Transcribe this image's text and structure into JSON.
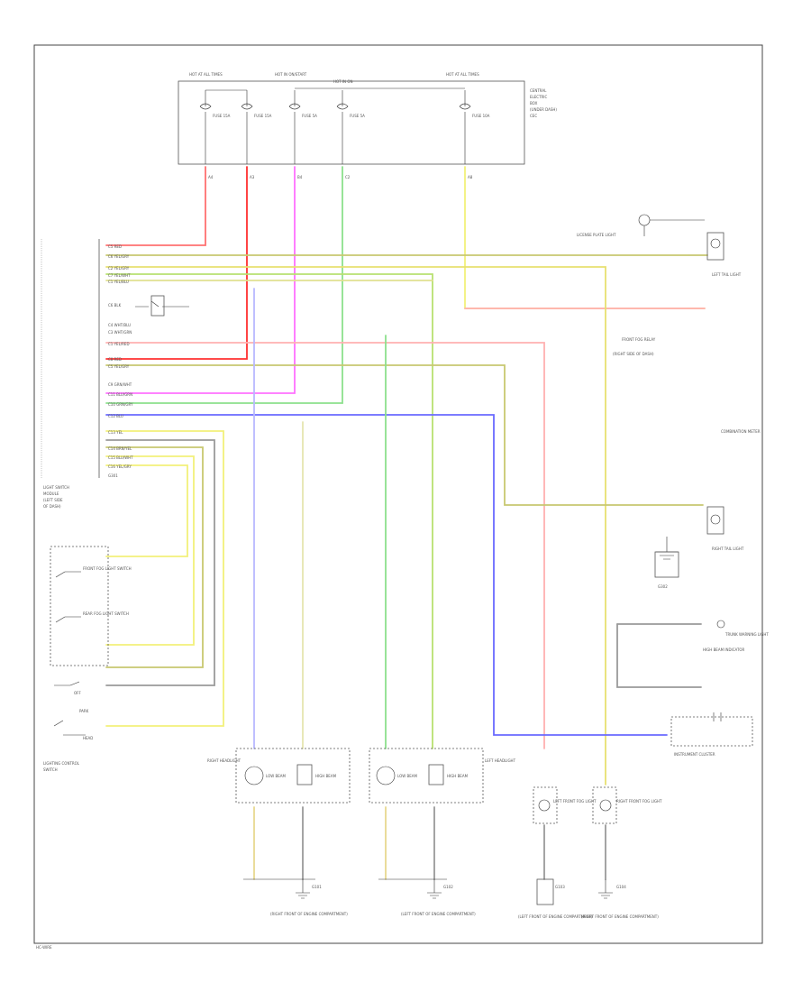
{
  "diagram": {
    "page_label": "HC-WIRE",
    "fuse_box": {
      "title_lines": [
        "CENTRAL",
        "ELECTRIC",
        "BOX",
        "(UNDER DASH)",
        "CEC"
      ],
      "header_1": "HOT AT ALL TIMES",
      "header_2": "HOT IN ON/START",
      "header_3": "HOT IN ON",
      "header_4": "HOT AT ALL TIMES",
      "fuses": [
        "FUSE 15A",
        "FUSE 15A",
        "FUSE 5A",
        "FUSE 5A",
        "FUSE 10A"
      ],
      "pins": [
        "A4",
        "A3",
        "B4",
        "C2",
        "A8"
      ]
    },
    "light_switch": {
      "label_lines": [
        "LIGHT SWITCH",
        "MODULE",
        "(LEFT SIDE",
        "OF DASH)"
      ],
      "pin_rows": [
        "C5 RED",
        "C6 YEL/GRY",
        "C2 YEL/GRY",
        "C7 YEL/WHT",
        "C1 YEL/BLU",
        "C6 BLK",
        "C4 WHT/BLU",
        "C3 WHT/GRN",
        "C1 YEL/RED",
        "C8 RED",
        "C5 YEL/GRY",
        "C9 GRN/WHT",
        "C11 BLU/GRN",
        "C10 GRN/GRY",
        "C12 BLU",
        "C13 YEL",
        "C14 BRN/YEL",
        "C15 BLU/WHT",
        "C16 YEL/GRY"
      ],
      "ground_text": "G301"
    },
    "control_switch": {
      "label_lines": [
        "LIGHTING CONTROL",
        "SWITCH"
      ],
      "items": [
        "FRONT FOG LIGHT SWITCH",
        "REAR FOG LIGHT SWITCH",
        "OFF",
        "PARK",
        "HEAD"
      ]
    },
    "right_components": {
      "license_lamp": "LICENSE PLATE LIGHT",
      "left_tail": "LEFT TAIL LIGHT",
      "right_tail": "RIGHT TAIL LIGHT",
      "fog_relay": "FRONT FOG RELAY",
      "fog_connector": "(RIGHT SIDE OF DASH)",
      "ground_a": "G302",
      "trunk": "TRUNK WARNING LIGHT",
      "high_beam": "HIGH BEAM INDICATOR",
      "combi": "COMBINATION METER",
      "instrument": "INSTRUMENT CLUSTER"
    },
    "bottom_components": {
      "right_headlight": "RIGHT HEADLIGHT",
      "left_headlight": "LEFT HEADLIGHT",
      "low_beam": "LOW BEAM",
      "high_beam": "HIGH BEAM",
      "left_fog": "LEFT FRONT FOG LIGHT",
      "right_fog": "RIGHT FRONT FOG LIGHT",
      "grounds": [
        "G101",
        "G102",
        "G103",
        "G104"
      ],
      "ground_notes": [
        "(RIGHT FRONT OF ENGINE COMPARTMENT)",
        "(LEFT FRONT OF ENGINE COMPARTMENT)",
        "(LEFT FRONT OF ENGINE COMPARTMENT)",
        "(RIGHT FRONT OF ENGINE COMPARTMENT)"
      ]
    },
    "wire_colors": {
      "red": "#ff7070",
      "red_dark": "#ff3030",
      "magenta": "#ff70ff",
      "green": "#8ce08c",
      "yellow": "#f2f07a",
      "olive": "#c8c870",
      "blue": "#6a6aff",
      "gray": "#9a9a9a",
      "pink": "#ffb0b0",
      "lavender": "#b8b8ff"
    }
  }
}
